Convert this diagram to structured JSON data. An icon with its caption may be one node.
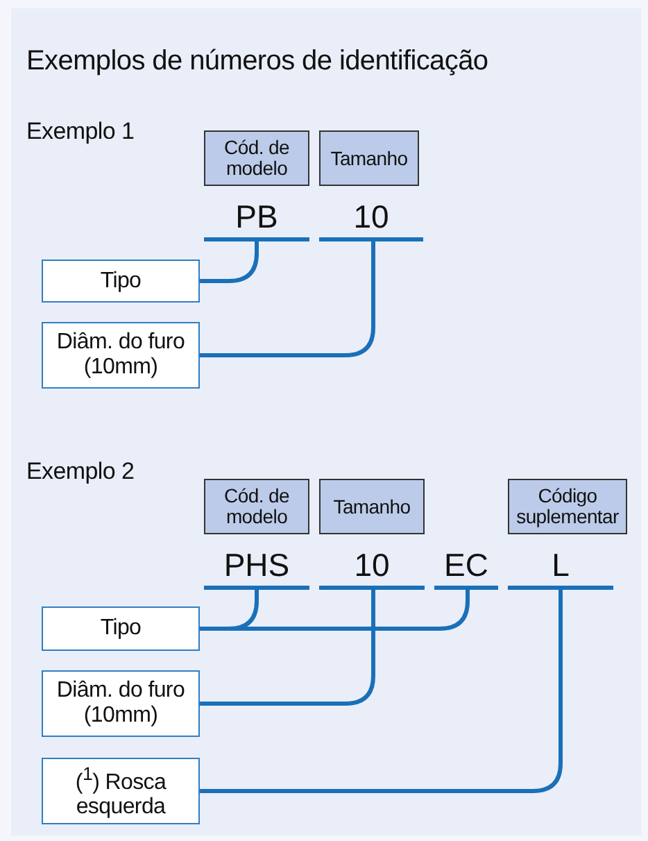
{
  "diagram": {
    "title": "Exemplos de números de identificação",
    "nodes": [
      {
        "text": [
          "Cód. de modelo"
        ]
      },
      {
        "text": [
          "Tamanho"
        ]
      },
      {
        "text": [
          "PB"
        ]
      },
      {
        "text": [
          "10"
        ]
      },
      {
        "text": [
          "Tipo"
        ]
      },
      {
        "text": [
          "Diâm. do furo (10mm)"
        ]
      },
      {
        "text": [
          "Cód. de modelo"
        ]
      },
      {
        "text": [
          "Tamanho"
        ]
      },
      {
        "text": [
          "Código suplementar"
        ]
      },
      {
        "text": [
          "PHS"
        ]
      },
      {
        "text": [
          "10"
        ]
      },
      {
        "text": [
          "EC"
        ]
      },
      {
        "text": [
          "L"
        ]
      },
      {
        "text": [
          "Tipo"
        ]
      },
      {
        "text": [
          "Diâm. do furo (10mm)"
        ]
      },
      {
        "text": [
          "($^{1}$) Rosca esquerda"
        ]
      }
    ],
    "edges": [
      {
        "from": 2,
        "to": 4,
        "arrow": "none"
      },
      {
        "from": 3,
        "to": 5,
        "arrow": "none"
      },
      {
        "from": 9,
        "to": 13,
        "arrow": "none"
      },
      {
        "from": 11,
        "to": 13,
        "arrow": "none"
      },
      {
        "from": 10,
        "to": 14,
        "arrow": "none"
      },
      {
        "from": 12,
        "to": 15,
        "arrow": "none"
      }
    ],
    "labels": [
      "Exemplo 1",
      "Exemplo 2"
    ]
  }
}
